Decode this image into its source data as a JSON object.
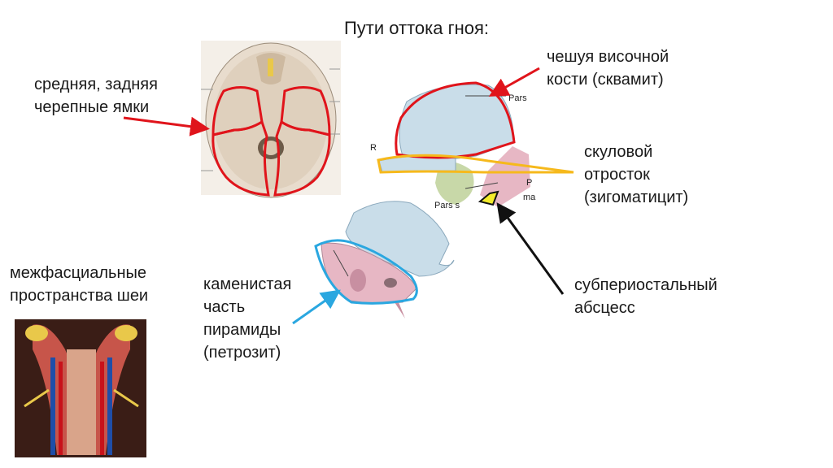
{
  "slide": {
    "title": "Пути оттока гноя:",
    "labels": {
      "cranial_fossae": [
        "средняя, задняя",
        "черепные ямки"
      ],
      "squama": [
        "чешуя височной",
        "кости (сквамит)"
      ],
      "zygomatic": [
        "скуловой",
        "отросток",
        "(зигоматицит)"
      ],
      "subperiosteal": [
        "субпериостальный",
        "абсцесс"
      ],
      "petrous": [
        "каменистая",
        "часть",
        "пирамиды",
        "(петрозит)"
      ],
      "neck": [
        "межфасциальные",
        "пространства шеи"
      ]
    },
    "figure_text": {
      "pars_top": "Pars",
      "pars_squamosa": "Pars s",
      "pars_p": "P",
      "pars_ma": "ma",
      "r_mark": "R"
    },
    "colors": {
      "red_outline": "#e0141b",
      "blue_outline": "#2aa7e0",
      "yellow_outline": "#f6b91c",
      "bone_blue": "#c9dde9",
      "bone_pink": "#e7b7c4",
      "abscess": "#f4ec2b"
    }
  }
}
